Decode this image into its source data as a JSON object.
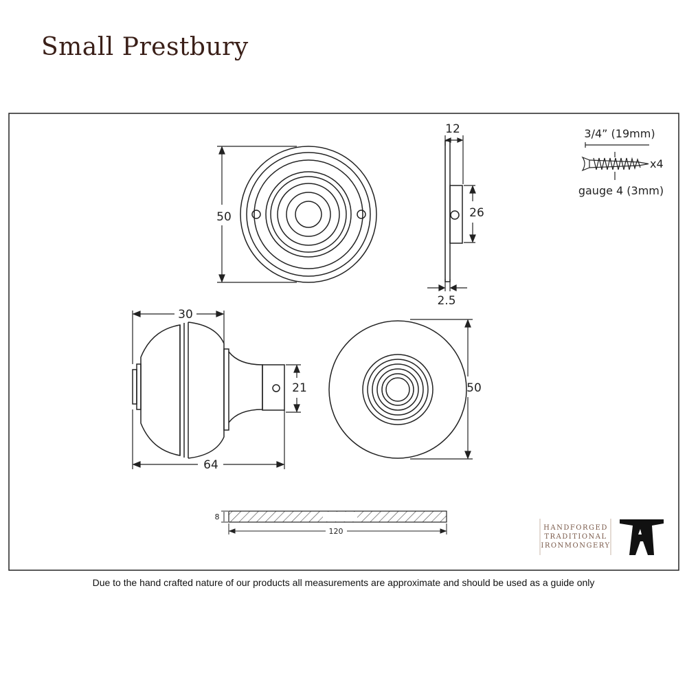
{
  "title": "Small Prestbury",
  "dimensions": {
    "rose_front_height": "50",
    "rose_side_depth": "12",
    "rose_side_boss": "26",
    "rose_side_plate": "2.5",
    "knob_diameter": "30",
    "knob_length": "64",
    "knob_neck": "21",
    "knob_back_height": "50",
    "spindle_size": "8",
    "spindle_length": "120"
  },
  "screw": {
    "length": "3/4” (19mm)",
    "quantity": "x4",
    "gauge": "gauge 4 (3mm)"
  },
  "brand": {
    "line1": "HANDFORGED",
    "line2": "TRADITIONAL",
    "line3": "IRONMONGERY",
    "logo_icon": "anvil-a-logo-icon"
  },
  "disclaimer": "Due to the hand crafted nature of our products all measurements are approximate and should be used as a guide only",
  "colors": {
    "title": "#3a1f18",
    "line": "#222222",
    "brand_text": "#7a5a4a"
  }
}
